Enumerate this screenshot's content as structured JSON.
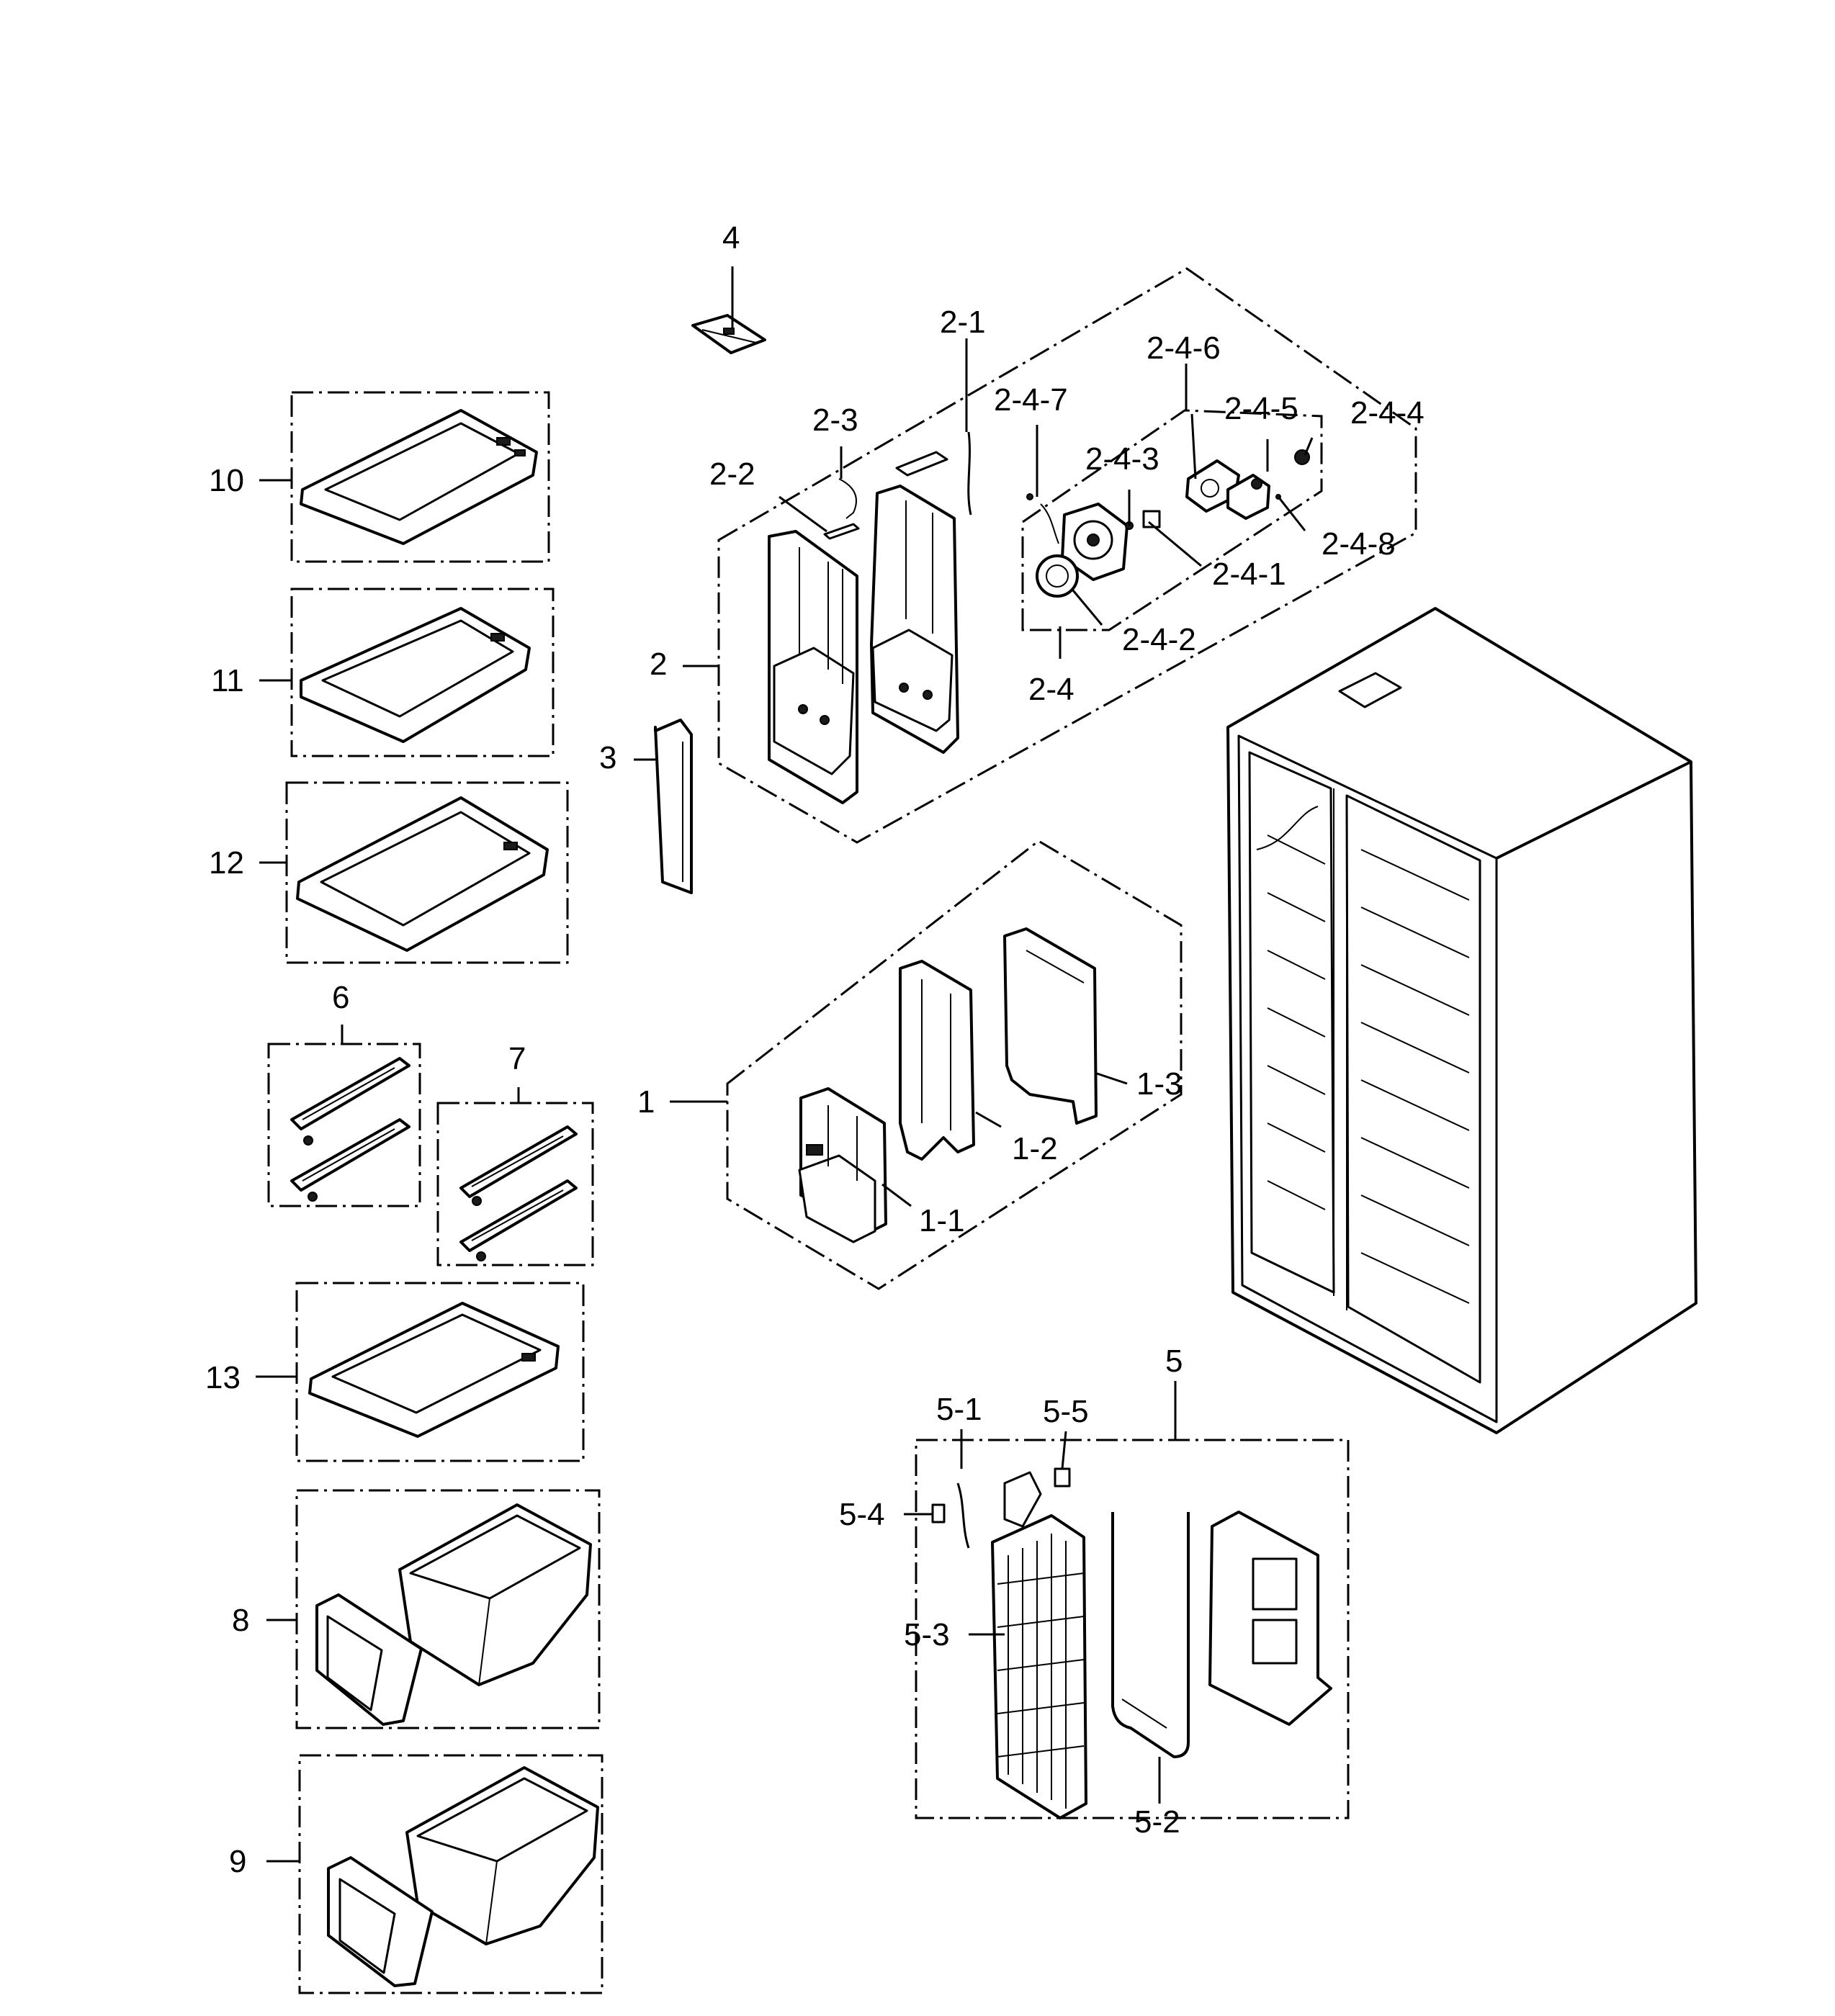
{
  "callouts": {
    "c1": "1",
    "c1_1": "1-1",
    "c1_2": "1-2",
    "c1_3": "1-3",
    "c2": "2",
    "c2_1": "2-1",
    "c2_2": "2-2",
    "c2_3": "2-3",
    "c2_4": "2-4",
    "c2_4_1": "2-4-1",
    "c2_4_2": "2-4-2",
    "c2_4_3": "2-4-3",
    "c2_4_4": "2-4-4",
    "c2_4_5": "2-4-5",
    "c2_4_6": "2-4-6",
    "c2_4_7": "2-4-7",
    "c2_4_8": "2-4-8",
    "c3": "3",
    "c4": "4",
    "c5": "5",
    "c5_1": "5-1",
    "c5_2": "5-2",
    "c5_3": "5-3",
    "c5_4": "5-4",
    "c5_5": "5-5",
    "c6": "6",
    "c7": "7",
    "c8": "8",
    "c9": "9",
    "c10": "10",
    "c11": "11",
    "c12": "12",
    "c13": "13"
  }
}
